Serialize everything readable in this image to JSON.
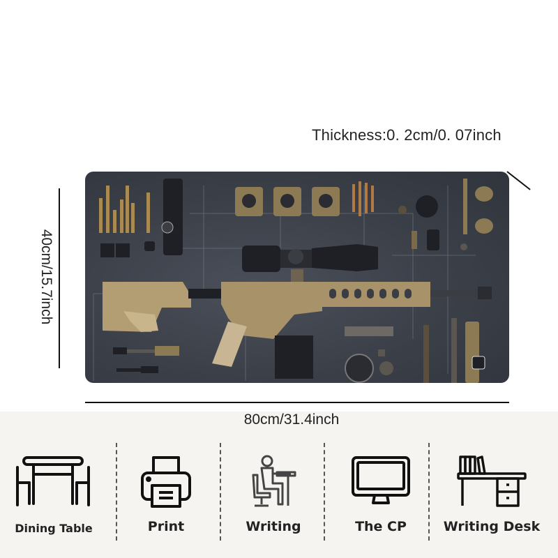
{
  "product": {
    "thickness_label": "Thickness:0. 2cm/0. 07inch",
    "height_label": "40cm/15.7inch",
    "width_label": "80cm/31.4inch",
    "mat_image": "tactical-rifle-parts-layout-mousepad",
    "colors": {
      "mat_background": "#3b3f48",
      "rifle_tan": "#a8926a",
      "metal_dark": "#1e2025",
      "band_background": "#f5f4f0",
      "text": "#222222"
    }
  },
  "uses": [
    {
      "label": "Dining Table",
      "icon": "dining-table-icon"
    },
    {
      "label": "Print",
      "icon": "printer-icon"
    },
    {
      "label": "Writing",
      "icon": "person-writing-icon"
    },
    {
      "label": "The CP",
      "icon": "computer-monitor-icon"
    },
    {
      "label": "Writing Desk",
      "icon": "writing-desk-icon"
    }
  ]
}
